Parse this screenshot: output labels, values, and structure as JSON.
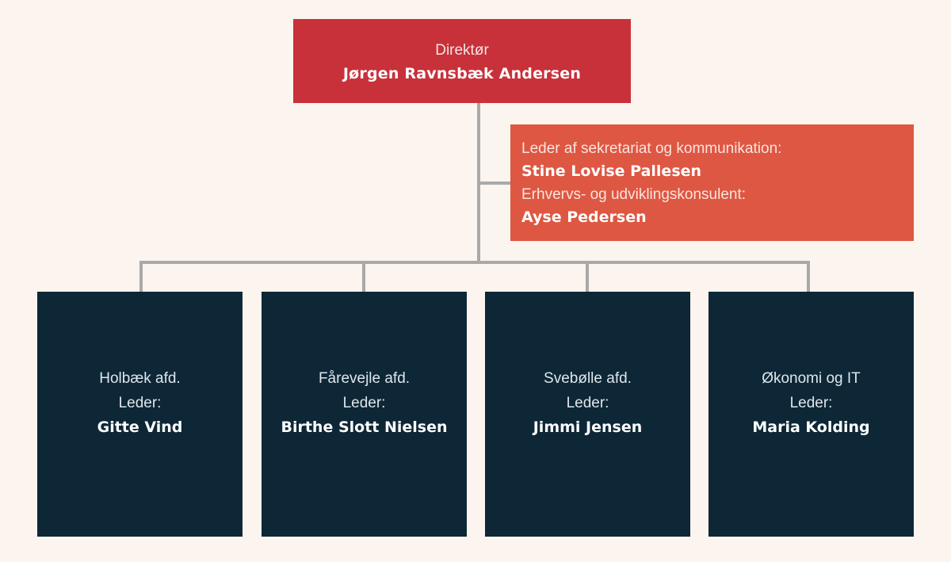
{
  "chart": {
    "director": {
      "title": "Direktør",
      "name": "Jørgen Ravnsbæk Andersen",
      "color": "#c8313a"
    },
    "staff": {
      "color": "#de5742",
      "roles": [
        {
          "title": "Leder af sekretariat og kommunikation:",
          "name": "Stine Lovise Pallesen"
        },
        {
          "title": "Erhvervs- og udviklingskonsulent:",
          "name": "Ayse Pedersen"
        }
      ]
    },
    "departments": [
      {
        "unit": "Holbæk afd.",
        "role": "Leder:",
        "name": "Gitte Vind"
      },
      {
        "unit": "Fårevejle afd.",
        "role": "Leder:",
        "name": "Birthe Slott Nielsen"
      },
      {
        "unit": "Svebølle afd.",
        "role": "Leder:",
        "name": "Jimmi Jensen"
      },
      {
        "unit": "Økonomi og IT",
        "role": "Leder:",
        "name": "Maria Kolding"
      }
    ],
    "colors": {
      "background": "#fcf4ee",
      "department": "#0d2737",
      "connector": "#a9a9a9"
    }
  }
}
